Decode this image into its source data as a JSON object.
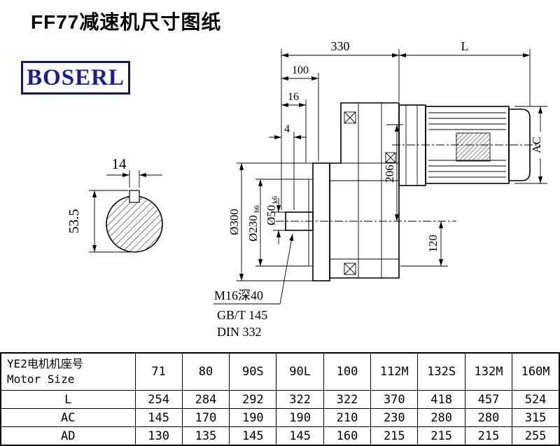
{
  "page": {
    "title": "FF77减速机尺寸图纸"
  },
  "logo": {
    "text": "BOSERL",
    "text_color": "#1c1c94",
    "border_color": "#15155e"
  },
  "drawing": {
    "section": {
      "key_width": "14",
      "key_height": "53.5"
    },
    "dims": {
      "top_width": "330",
      "motor_length": "L",
      "d100": "100",
      "d16": "16",
      "d4": "4",
      "motor_height": "AC",
      "d206": "206",
      "d120": "120"
    },
    "diameters": {
      "flange": "Ø300",
      "spigot": "Ø230",
      "spigot_tol": "h6",
      "shaft": "Ø50",
      "shaft_tol": "k6"
    },
    "notes": [
      "M16深40",
      "GB/T 145",
      "DIN 332"
    ]
  },
  "table": {
    "header": {
      "line1": "YE2电机机座号",
      "line2": "Motor Size"
    },
    "columns": [
      "71",
      "80",
      "90S",
      "90L",
      "100",
      "112M",
      "132S",
      "132M",
      "160M"
    ],
    "rows": [
      {
        "label": "L",
        "values": [
          "254",
          "284",
          "292",
          "322",
          "322",
          "370",
          "418",
          "457",
          "524"
        ]
      },
      {
        "label": "AC",
        "values": [
          "145",
          "170",
          "190",
          "190",
          "210",
          "230",
          "280",
          "280",
          "315"
        ]
      },
      {
        "label": "AD",
        "values": [
          "130",
          "135",
          "145",
          "145",
          "160",
          "215",
          "215",
          "215",
          "255"
        ]
      }
    ]
  }
}
